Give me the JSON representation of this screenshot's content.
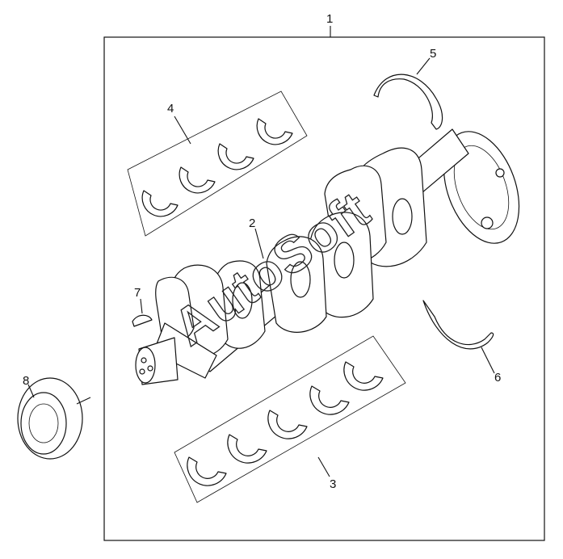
{
  "callouts": {
    "c1": "1",
    "c2": "2",
    "c3": "3",
    "c4": "4",
    "c5": "5",
    "c6": "6",
    "c7": "7",
    "c8": "8"
  },
  "watermark": "AutoSoft",
  "colors": {
    "line": "#111111",
    "background": "#ffffff"
  }
}
